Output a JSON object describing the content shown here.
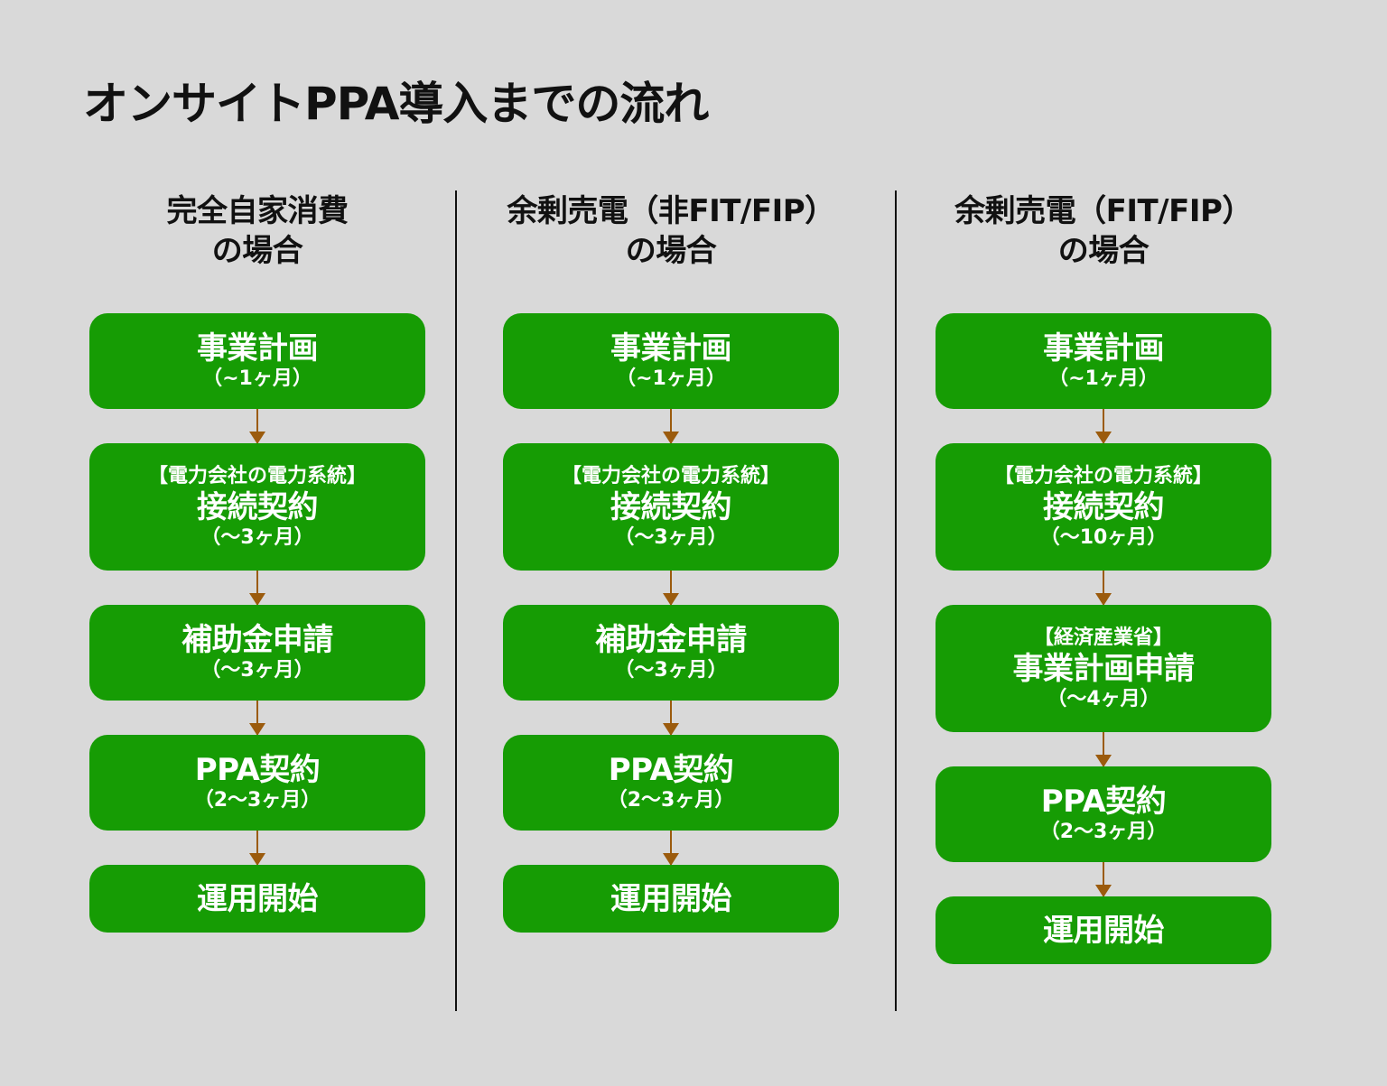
{
  "title": "オンサイトPPA導入までの流れ",
  "colors": {
    "background": "#d9d9d9",
    "step_fill": "#169c04",
    "step_text": "#ffffff",
    "arrow": "#9b5b0d",
    "divider": "#111111"
  },
  "columns": [
    {
      "heading": "完全自家消費\nの場合",
      "steps": [
        {
          "pre": "",
          "main": "事業計画",
          "duration": "（~1ヶ月）"
        },
        {
          "pre": "【電力会社の電力系統】",
          "main": "接続契約",
          "duration": "（～3ヶ月）"
        },
        {
          "pre": "",
          "main": "補助金申請",
          "duration": "（～3ヶ月）"
        },
        {
          "pre": "",
          "main": "PPA契約",
          "duration": "（2～3ヶ月）"
        },
        {
          "pre": "",
          "main": "運用開始",
          "duration": ""
        }
      ]
    },
    {
      "heading": "余剰売電（非FIT/FIP）\nの場合",
      "steps": [
        {
          "pre": "",
          "main": "事業計画",
          "duration": "（~1ヶ月）"
        },
        {
          "pre": "【電力会社の電力系統】",
          "main": "接続契約",
          "duration": "（～3ヶ月）"
        },
        {
          "pre": "",
          "main": "補助金申請",
          "duration": "（～3ヶ月）"
        },
        {
          "pre": "",
          "main": "PPA契約",
          "duration": "（2～3ヶ月）"
        },
        {
          "pre": "",
          "main": "運用開始",
          "duration": ""
        }
      ]
    },
    {
      "heading": "余剰売電（FIT/FIP）\nの場合",
      "steps": [
        {
          "pre": "",
          "main": "事業計画",
          "duration": "（~1ヶ月）"
        },
        {
          "pre": "【電力会社の電力系統】",
          "main": "接続契約",
          "duration": "（～10ヶ月）"
        },
        {
          "pre": "【経済産業省】",
          "main": "事業計画申請",
          "duration": "（～4ヶ月）"
        },
        {
          "pre": "",
          "main": "PPA契約",
          "duration": "（2～3ヶ月）"
        },
        {
          "pre": "",
          "main": "運用開始",
          "duration": ""
        }
      ]
    }
  ]
}
